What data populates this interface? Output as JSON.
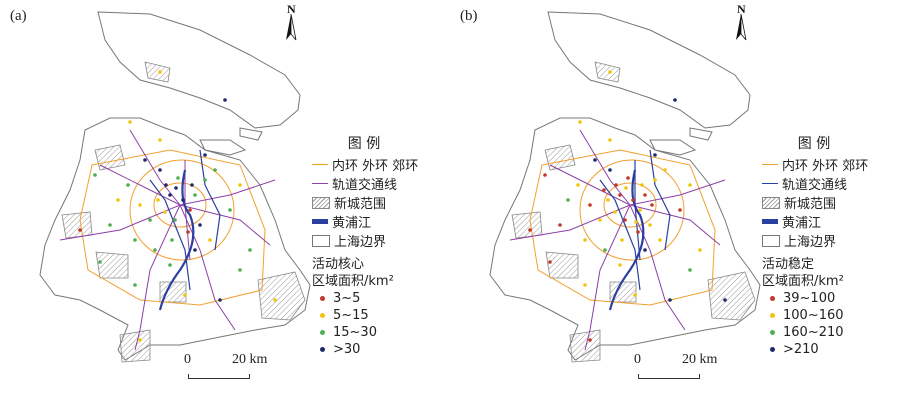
{
  "panels": [
    {
      "label": "(a)",
      "north": "N",
      "legend": {
        "title": "图 例",
        "items": [
          {
            "symbol": "orange-line",
            "label": "内环 外环 郊环"
          },
          {
            "symbol": "purple-line",
            "label": "轨道交通线"
          },
          {
            "symbol": "hatch",
            "label": "新城范围"
          },
          {
            "symbol": "river",
            "label": "黄浦江"
          },
          {
            "symbol": "border",
            "label": "上海边界"
          }
        ],
        "class_title_line1": "活动核心",
        "class_title_line2": "区域面积/km²",
        "classes": [
          {
            "label": "3~5",
            "color": "#c0392b"
          },
          {
            "label": "5~15",
            "color": "#f1c40f"
          },
          {
            "label": "15~30",
            "color": "#4caf50"
          },
          {
            "label": ">30",
            "color": "#1f2a6b"
          }
        ]
      },
      "scale": {
        "start": "0",
        "end": "20 km"
      }
    },
    {
      "label": "(b)",
      "north": "N",
      "legend": {
        "title": "图 例",
        "items": [
          {
            "symbol": "orange-line",
            "label": "内环 外环 郊环"
          },
          {
            "symbol": "blue-line",
            "label": "轨道交通线"
          },
          {
            "symbol": "hatch",
            "label": "新城范围"
          },
          {
            "symbol": "river",
            "label": "黄浦江"
          },
          {
            "symbol": "border",
            "label": "上海边界"
          }
        ],
        "class_title_line1": "活动稳定",
        "class_title_line2": "区域面积/km²",
        "classes": [
          {
            "label": "39~100",
            "color": "#c0392b"
          },
          {
            "label": "100~160",
            "color": "#f1c40f"
          },
          {
            "label": "160~210",
            "color": "#4caf50"
          },
          {
            "label": ">210",
            "color": "#1f2a6b"
          }
        ]
      },
      "scale": {
        "start": "0",
        "end": "20 km"
      }
    }
  ]
}
